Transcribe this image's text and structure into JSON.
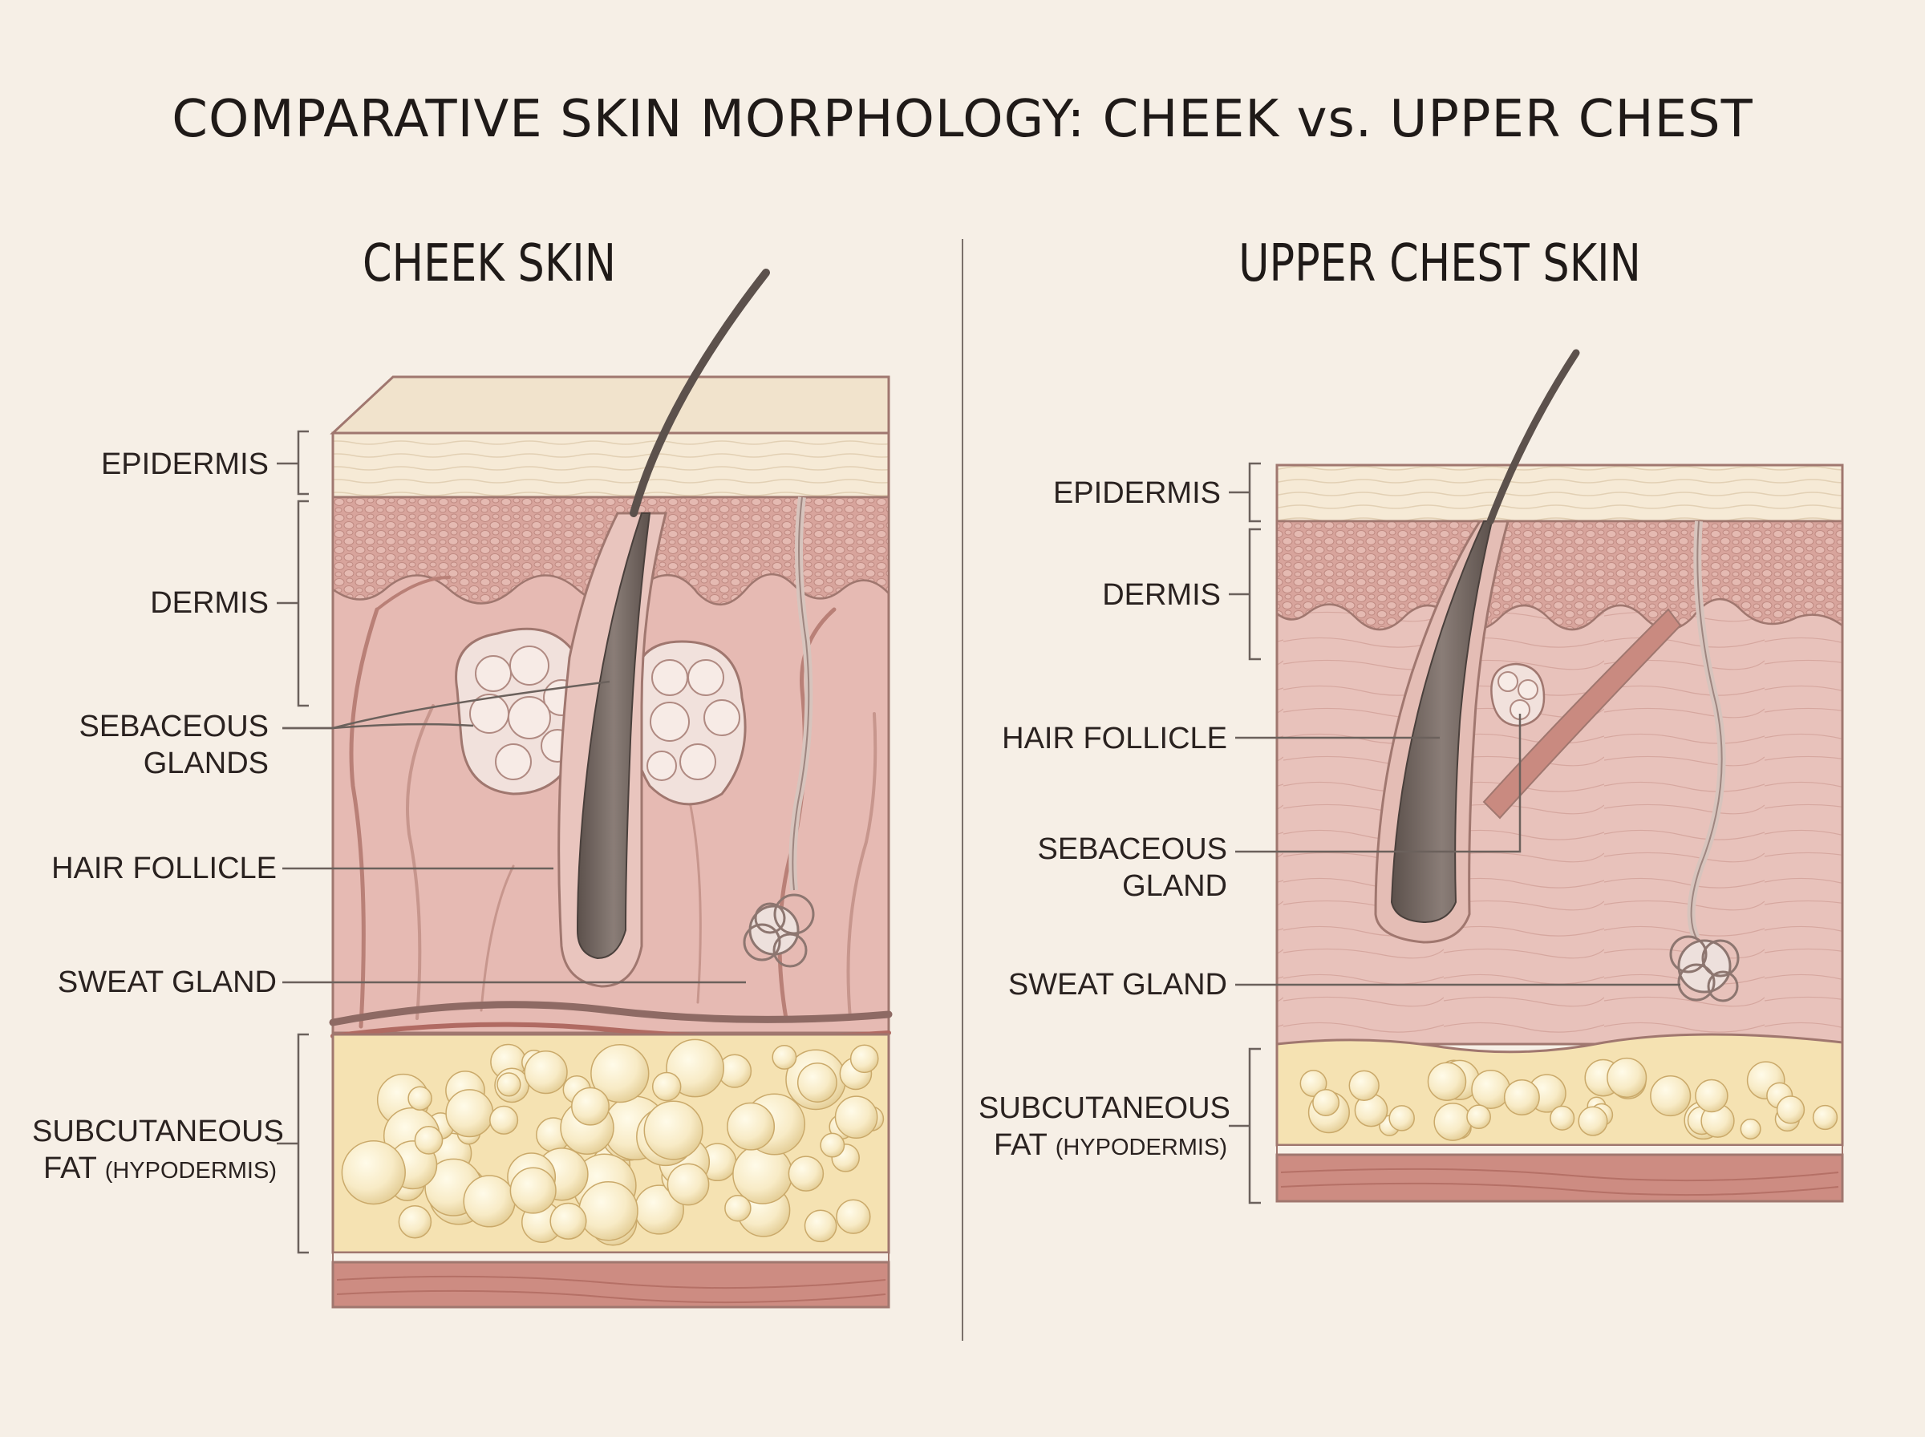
{
  "title": "COMPARATIVE SKIN MORPHOLOGY: CHEEK vs. UPPER CHEST",
  "panels": {
    "cheek": {
      "heading": "CHEEK SKIN",
      "labels": {
        "epidermis": "EPIDERMIS",
        "dermis": "DERMIS",
        "sebaceous_1": "SEBACEOUS",
        "sebaceous_2": "GLANDS",
        "hair_follicle": "HAIR FOLLICLE",
        "sweat_gland": "SWEAT GLAND",
        "fat_1": "SUBCUTANEOUS",
        "fat_2a": "FAT",
        "fat_2b": "(HYPODERMIS)"
      }
    },
    "chest": {
      "heading": "UPPER CHEST SKIN",
      "labels": {
        "epidermis": "EPIDERMIS",
        "dermis": "DERMIS",
        "hair_follicle": "HAIR FOLLICLE",
        "sebaceous_1": "SEBACEOUS",
        "sebaceous_2": "GLAND",
        "sweat_gland": "SWEAT GLAND",
        "fat_1": "SUBCUTANEOUS",
        "fat_2a": "FAT",
        "fat_2b": "(HYPODERMIS)"
      }
    }
  },
  "colors": {
    "background": "#f6efe6",
    "epidermis": "#f5e8d2",
    "dermis": "#e9c3bc",
    "papillary_dermis": "#d9a79d",
    "fat": "#f6e3b4",
    "fat_globule": "#fbefc8",
    "muscle": "#c98a80",
    "hair": "#6f625d",
    "outline": "#a0776f"
  }
}
